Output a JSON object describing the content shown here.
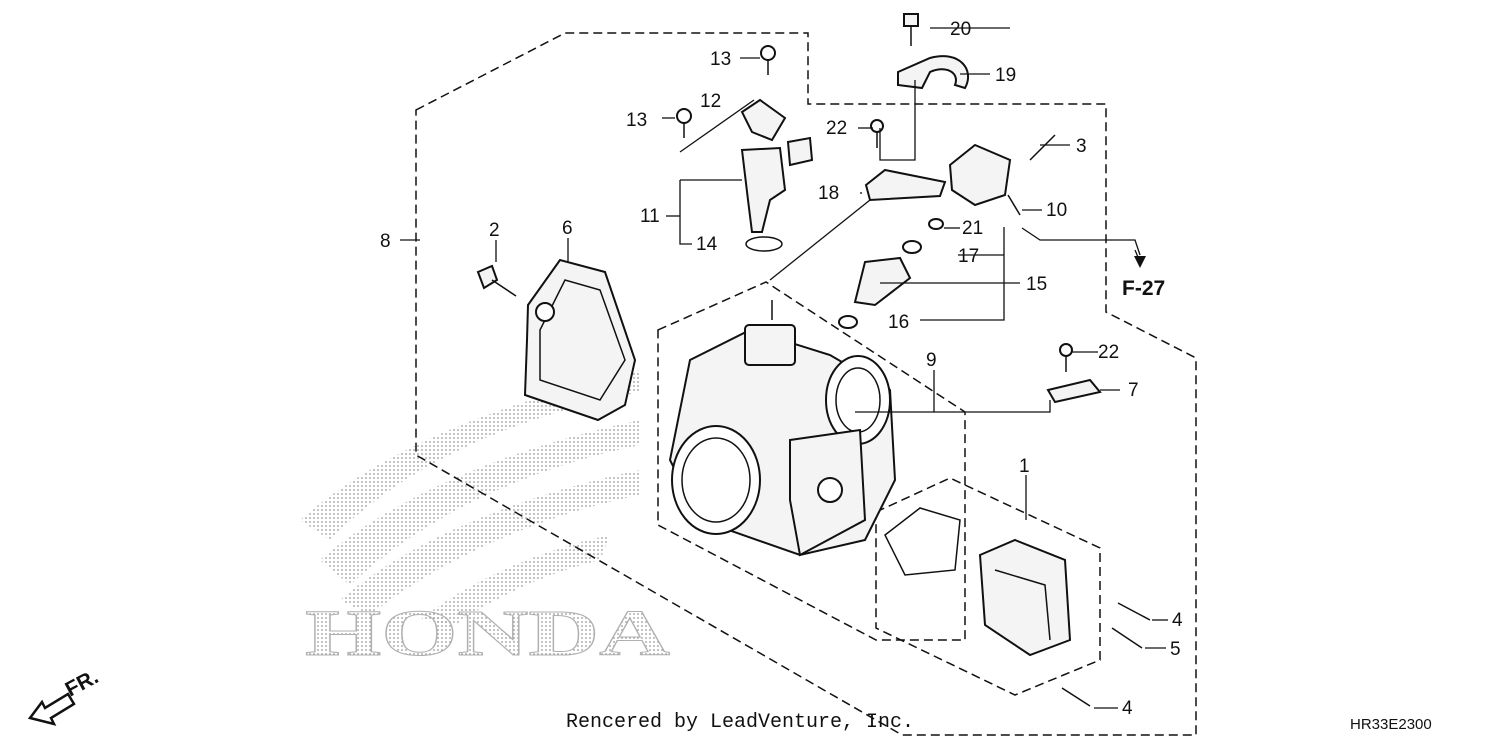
{
  "diagram": {
    "callouts": {
      "c1": "1",
      "c2": "2",
      "c3": "3",
      "c4a": "4",
      "c4b": "4",
      "c5": "5",
      "c6": "6",
      "c7": "7",
      "c8": "8",
      "c9": "9",
      "c10": "10",
      "c11": "11",
      "c12": "12",
      "c13a": "13",
      "c13b": "13",
      "c14": "14",
      "c15": "15",
      "c16": "16",
      "c17": "17",
      "c18": "18",
      "c19": "19",
      "c20": "20",
      "c21": "21",
      "c22a": "22",
      "c22b": "22"
    },
    "reference": "F-27",
    "direction_label": "FR.",
    "watermark_logo": "HONDA",
    "credit": "Rencered by LeadVenture, Inc.",
    "diagram_code": "HR33E2300"
  }
}
